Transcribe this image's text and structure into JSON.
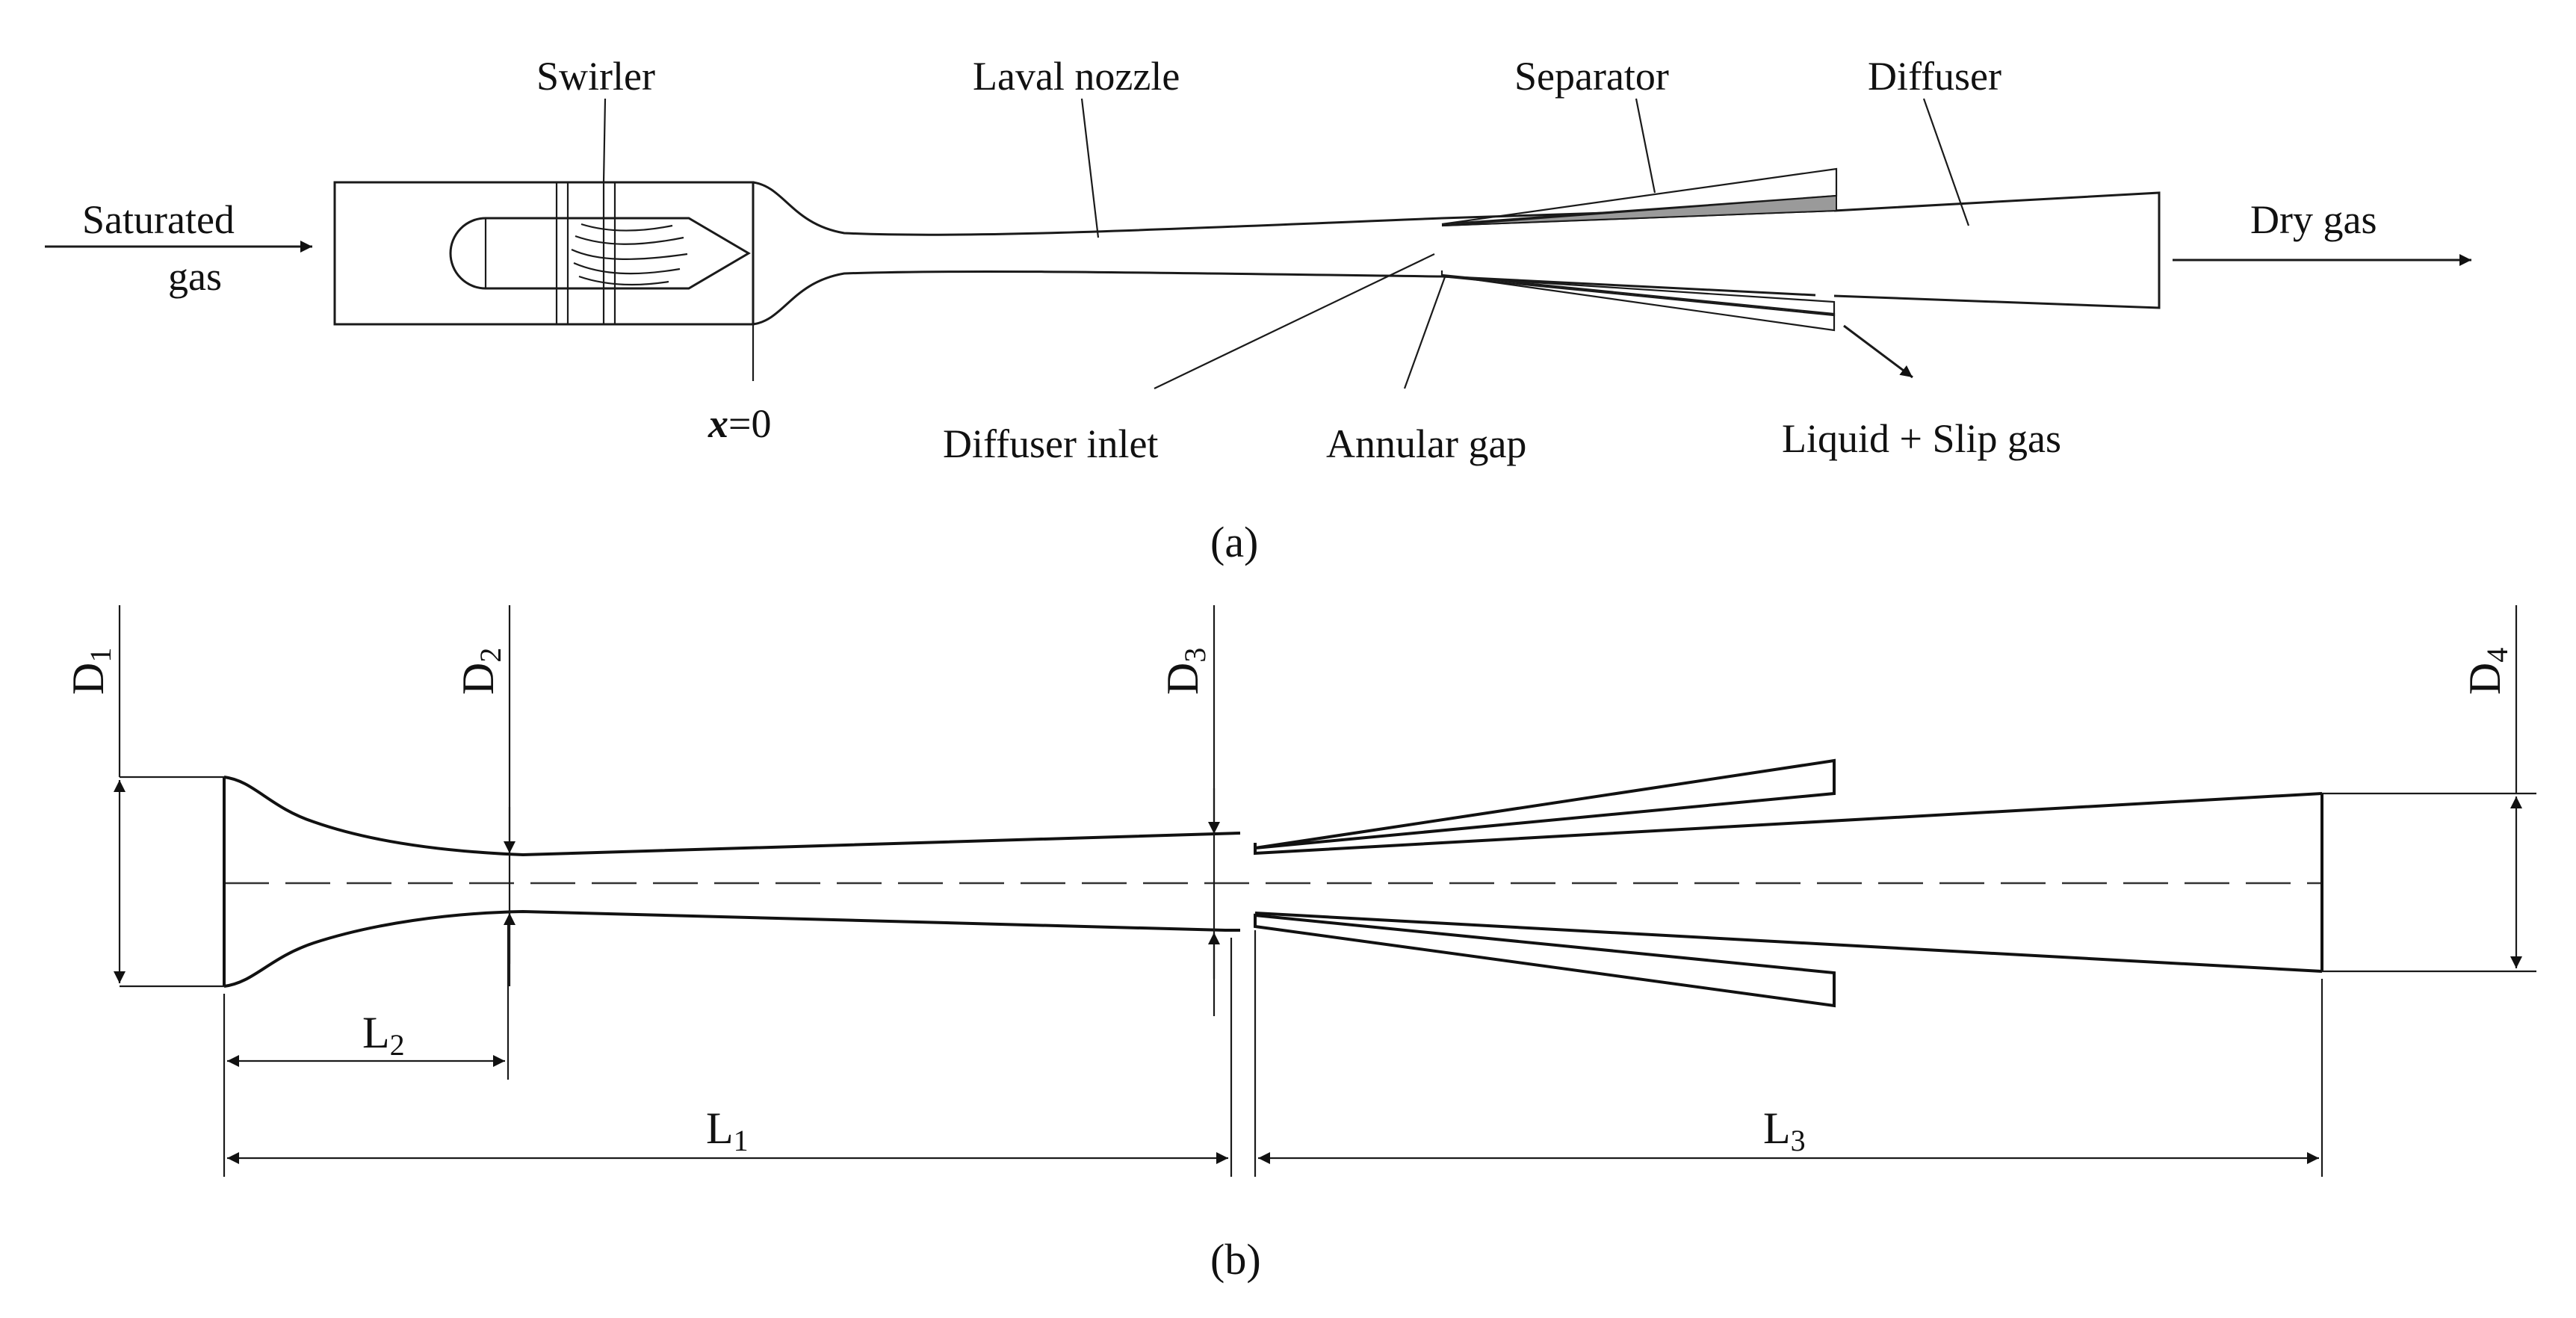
{
  "panel_a": {
    "caption": "(a)",
    "labels": {
      "swirler": "Swirler",
      "laval_nozzle": "Laval nozzle",
      "separator": "Separator",
      "diffuser": "Diffuser",
      "saturated_gas_line1": "Saturated",
      "saturated_gas_line2": "gas",
      "dry_gas": "Dry gas",
      "x_var": "x",
      "x_eq": "=0",
      "diffuser_inlet": "Diffuser inlet",
      "annular_gap": "Annular gap",
      "liquid_slip_gas": "Liquid + Slip gas"
    }
  },
  "panel_b": {
    "caption": "(b)",
    "dims": {
      "D1": {
        "main": "D",
        "sub": "1"
      },
      "D2": {
        "main": "D",
        "sub": "2"
      },
      "D3": {
        "main": "D",
        "sub": "3"
      },
      "D4": {
        "main": "D",
        "sub": "4"
      },
      "L1": {
        "main": "L",
        "sub": "1"
      },
      "L2": {
        "main": "L",
        "sub": "2"
      },
      "L3": {
        "main": "L",
        "sub": "3"
      }
    }
  },
  "colors": {
    "line": "#1a1a1a",
    "separator_fill": "#9a9a9a"
  }
}
